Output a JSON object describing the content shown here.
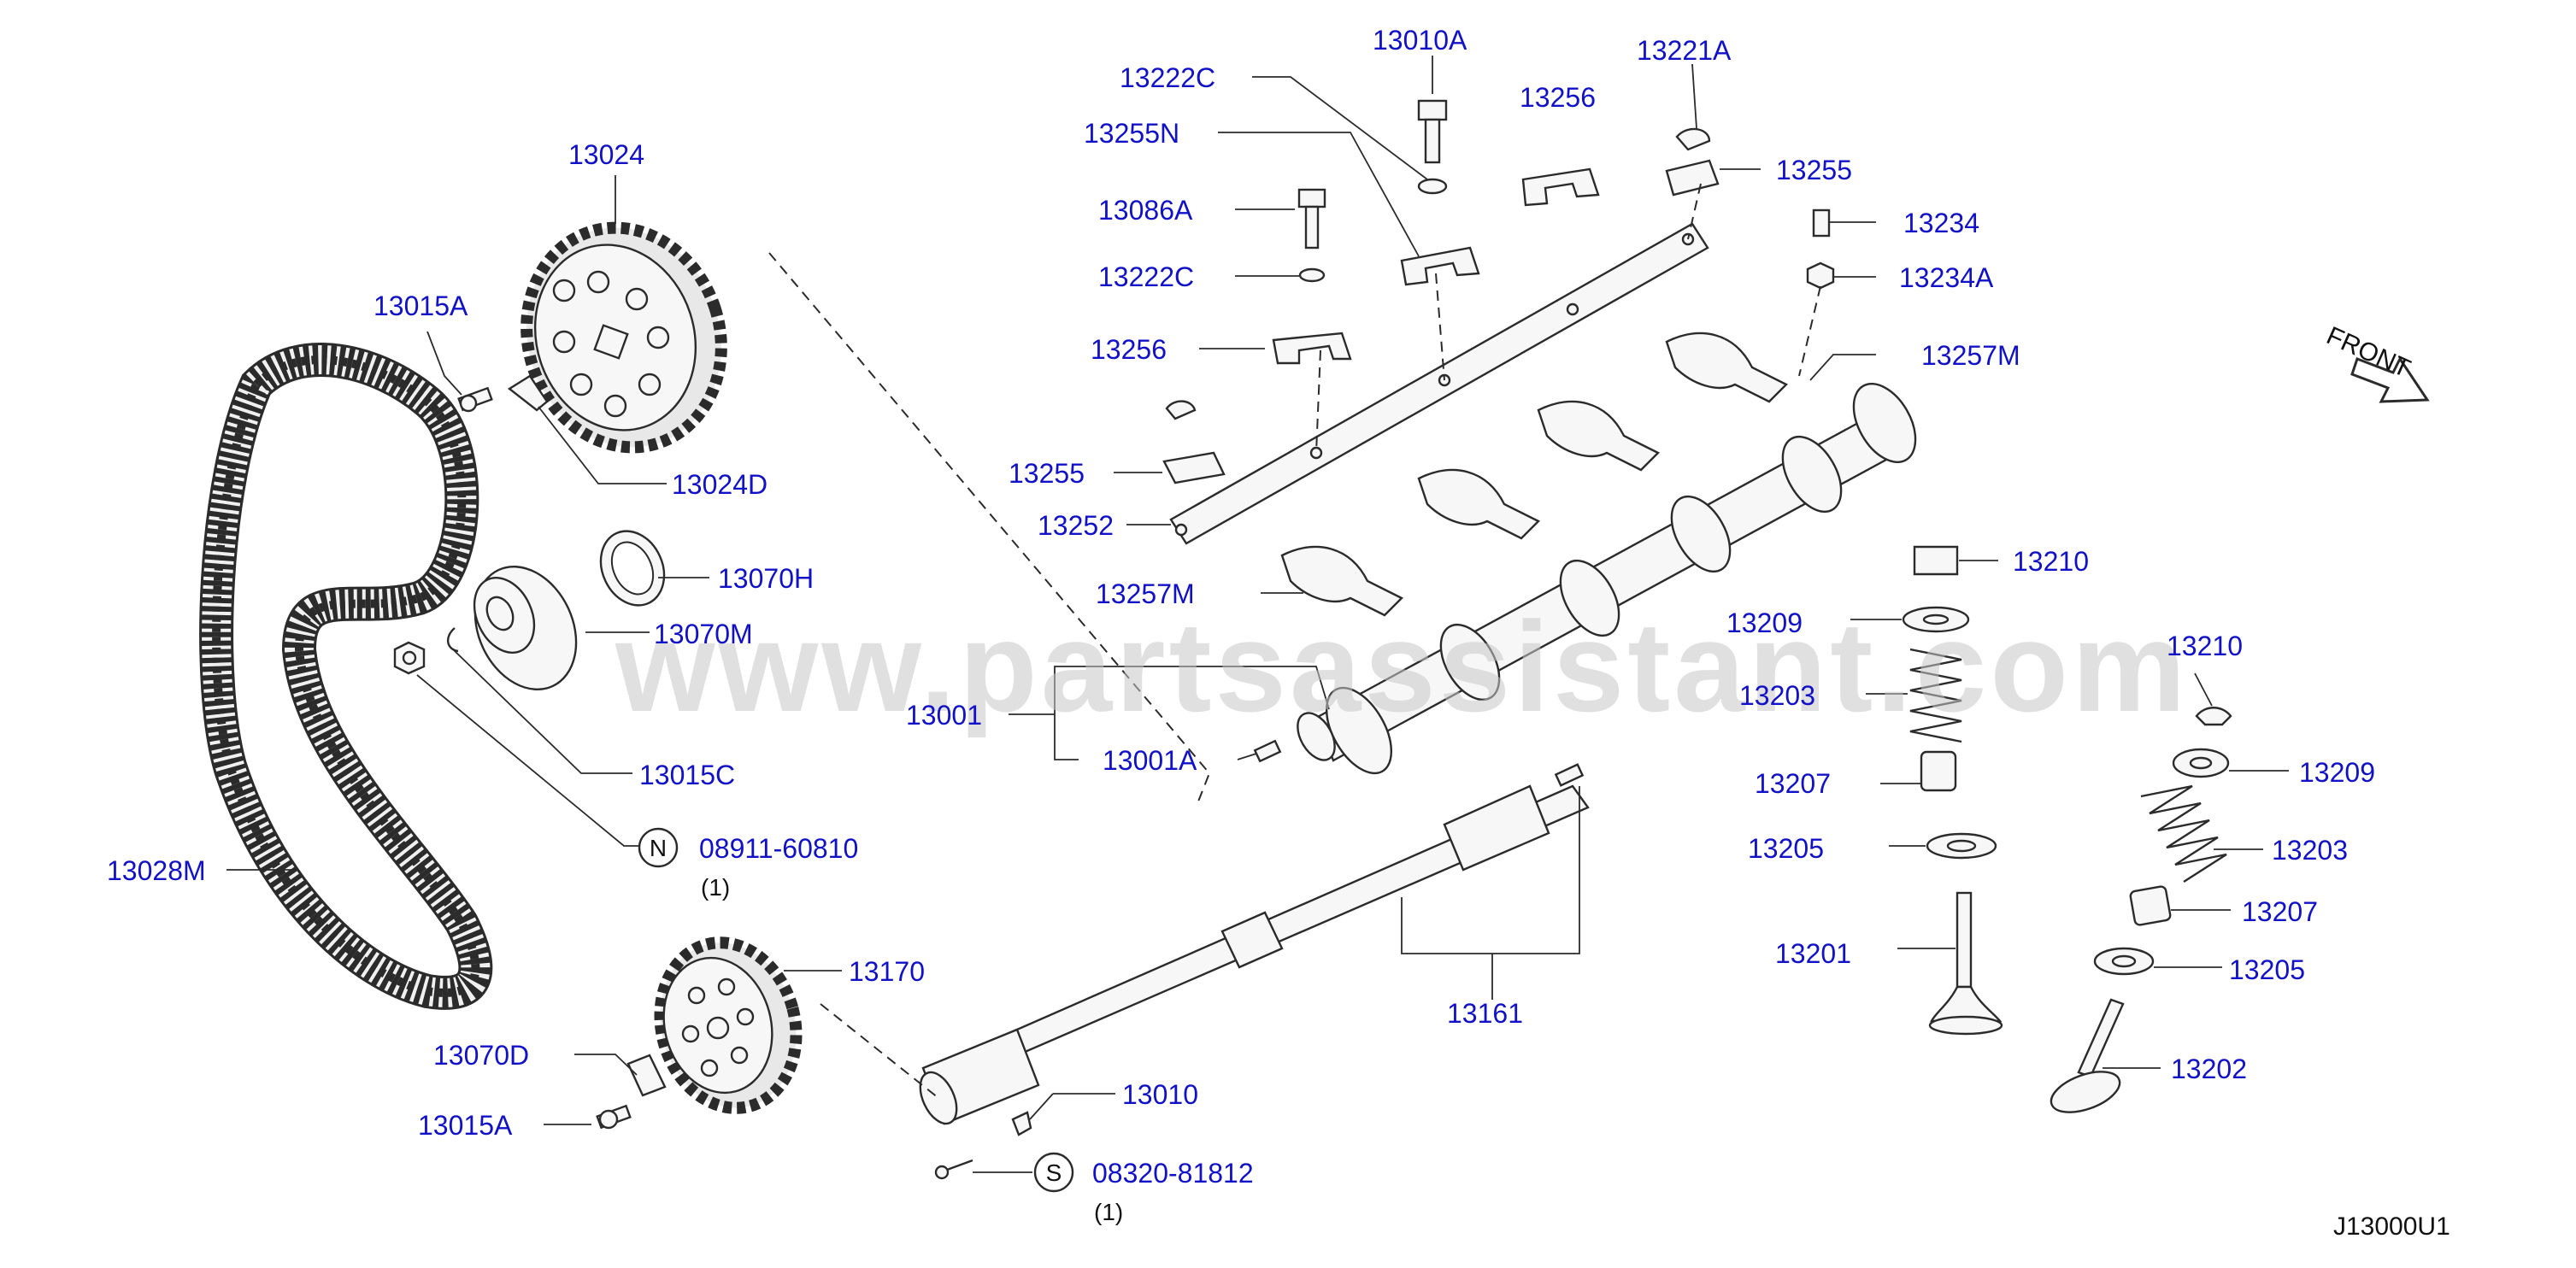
{
  "watermark": "www.partsassistant.com",
  "diagram_code": "J13000U1",
  "front_label": "FRONT",
  "labels": {
    "l13024": "13024",
    "l13015A_top": "13015A",
    "l13024D": "13024D",
    "l13070H": "13070H",
    "l13070M": "13070M",
    "l13015C": "13015C",
    "l08911": "08911-60810",
    "l13028M": "13028M",
    "l13170": "13170",
    "l13070D": "13070D",
    "l13015A_bot": "13015A",
    "l13010": "13010",
    "l08320": "08320-81812",
    "l13161": "13161",
    "l13001": "13001",
    "l13001A": "13001A",
    "l13222C_top": "13222C",
    "l13255N": "13255N",
    "l13086A": "13086A",
    "l13222C_mid": "13222C",
    "l13256_left": "13256",
    "l13255_left": "13255",
    "l13252": "13252",
    "l13257M_left": "13257M",
    "l13010A": "13010A",
    "l13256_top": "13256",
    "l13221A": "13221A",
    "l13255_right": "13255",
    "l13234": "13234",
    "l13234A": "13234A",
    "l13257M_right": "13257M",
    "l13210_a": "13210",
    "l13209_a": "13209",
    "l13203_a": "13203",
    "l13207_a": "13207",
    "l13205_a": "13205",
    "l13201": "13201",
    "l13210_b": "13210",
    "l13209_b": "13209",
    "l13203_b": "13203",
    "l13207_b": "13207",
    "l13205_b": "13205",
    "l13202": "13202"
  },
  "symbols": {
    "n": "N",
    "s": "S"
  },
  "quantities": {
    "q08911": "(1)",
    "q08320": "(1)"
  },
  "colors": {
    "label_text": "#1111c8",
    "line_art": "#2b2b2b",
    "watermark": "#c8c8c8"
  }
}
